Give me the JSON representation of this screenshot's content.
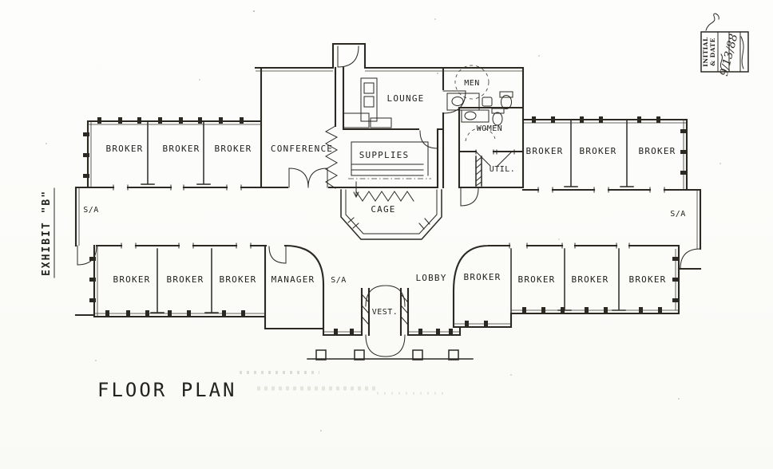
{
  "sheet": {
    "title": "FLOOR PLAN",
    "exhibit_label": "EXHIBIT \"B\"",
    "stamp": {
      "label_line1": "INITIAL",
      "label_line2": "& DATE",
      "handwritten_date": "9/13/88"
    }
  },
  "rooms": {
    "top_left_brokers": [
      "BROKER",
      "BROKER",
      "BROKER"
    ],
    "conference": "CONFERENCE",
    "lounge": "LOUNGE",
    "supplies": "SUPPLIES",
    "men": "MEN",
    "women": "WOMEN",
    "util": "UTIL.",
    "cage": "CAGE",
    "sa_left": "S/A",
    "sa_right": "S/A",
    "sa_bottom": "S/A",
    "top_right_brokers": [
      "BROKER",
      "BROKER",
      "BROKER"
    ],
    "bottom_left_brokers": [
      "BROKER",
      "BROKER",
      "BROKER"
    ],
    "manager": "MANAGER",
    "lobby": "LOBBY",
    "vest": "VEST.",
    "bottom_right_brokers": [
      "BROKER",
      "BROKER",
      "BROKER",
      "BROKER"
    ]
  }
}
